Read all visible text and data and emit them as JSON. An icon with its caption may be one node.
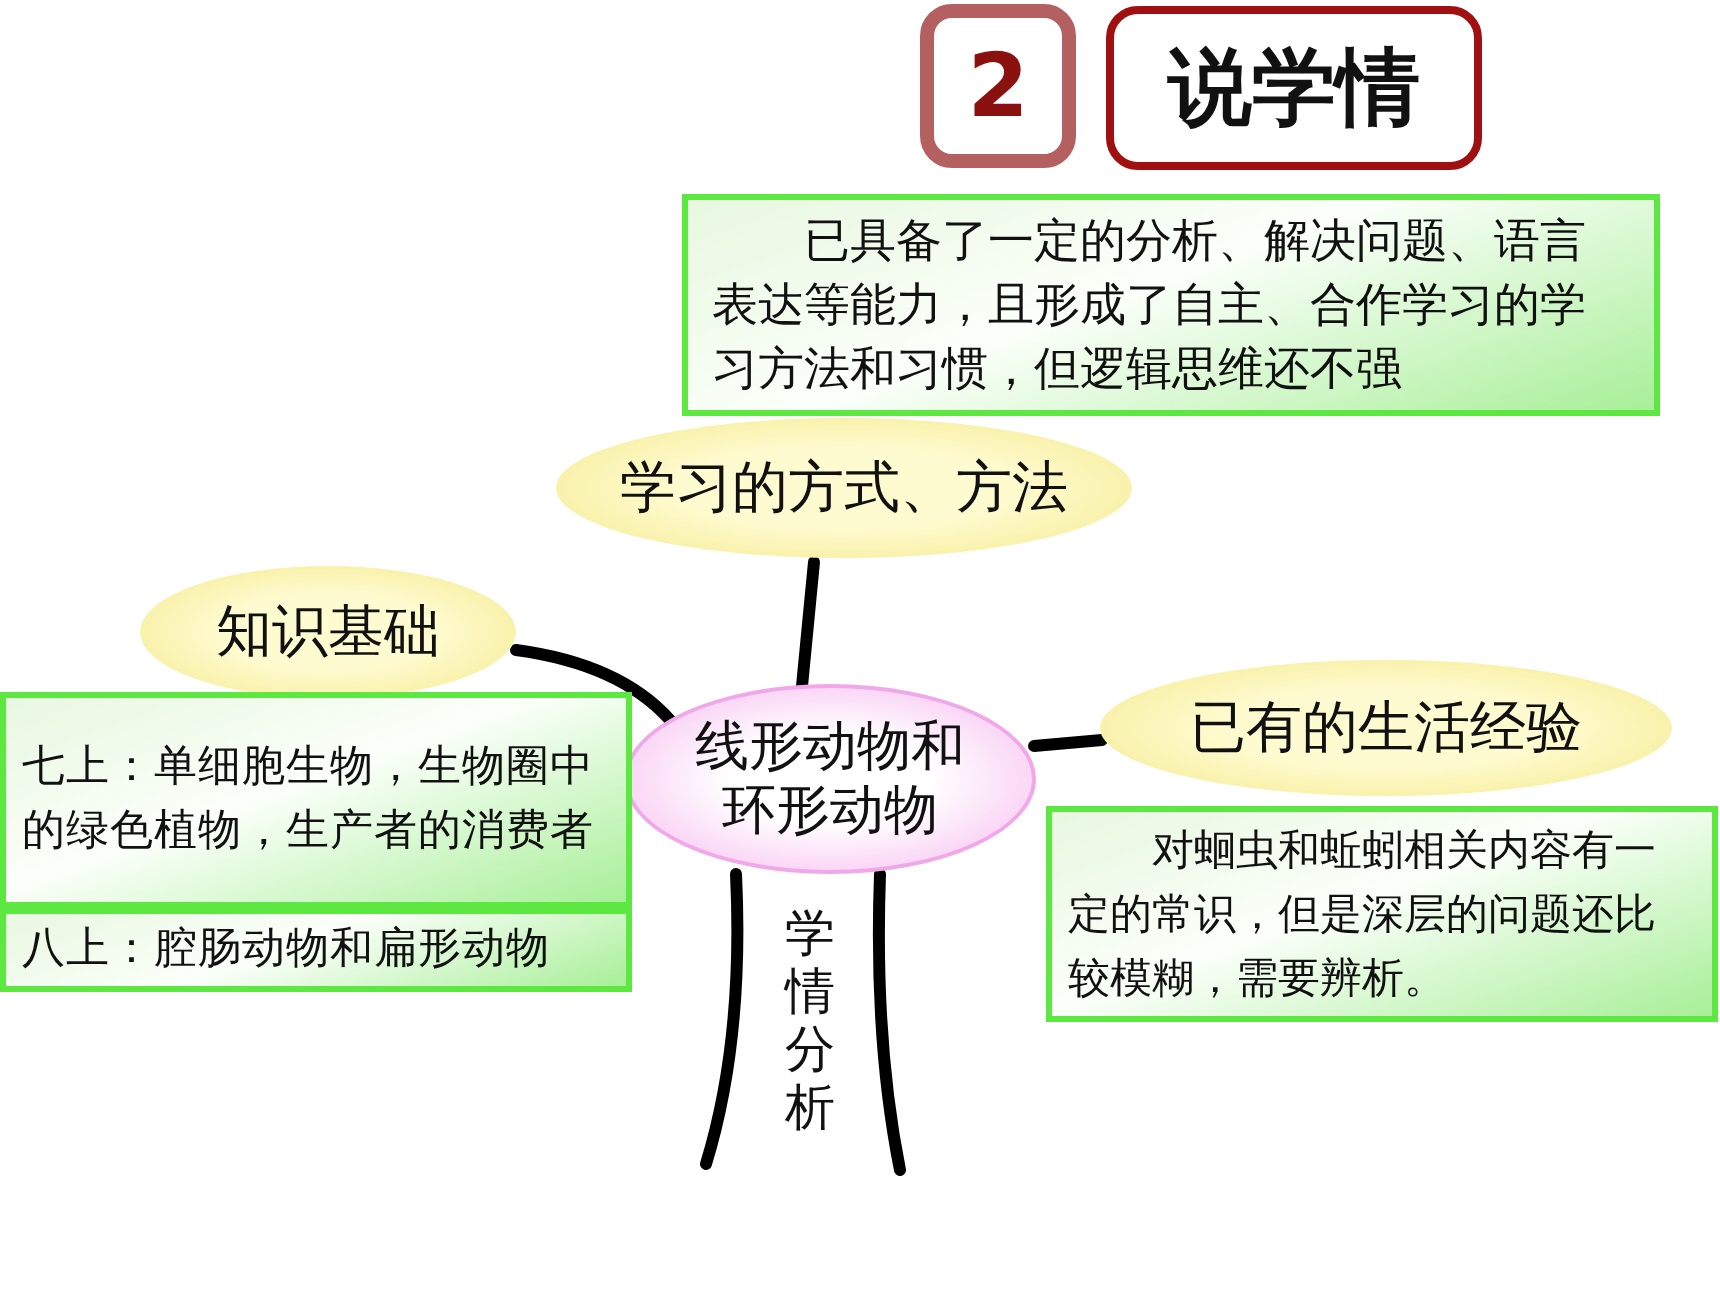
{
  "diagram": {
    "nodes": [
      {
        "text": [
          "2"
        ]
      },
      {
        "text": [
          "说学情"
        ]
      },
      {
        "text": [
          "线形动物和环形动物"
        ]
      },
      {
        "text": [
          "学习的方式、方法"
        ]
      },
      {
        "text": [
          "已具备了一定的分析、解决问题、语言表达等能力，且形成了自主、合作学习的学习方法和习惯，但逻辑思维还不强"
        ]
      },
      {
        "text": [
          "知识基础"
        ]
      },
      {
        "text": [
          "七上：单细胞生物，生物圈中的绿色植物，生产者的消费者"
        ]
      },
      {
        "text": [
          "八上：腔肠动物和扁形动物"
        ]
      },
      {
        "text": [
          "已有的生活经验"
        ]
      },
      {
        "text": [
          "对蛔虫和蚯蚓相关内容有一定的常识，但是深层的问题还比较模糊，需要辨析。"
        ]
      }
    ],
    "edges": [
      {
        "from": 2,
        "to": 3,
        "arrow": "none"
      },
      {
        "from": 2,
        "to": 5,
        "arrow": "none"
      },
      {
        "from": 2,
        "to": 8,
        "arrow": "none"
      },
      {
        "from": 2,
        "to": null,
        "arrow": "none"
      },
      {
        "from": 2,
        "to": null,
        "arrow": "none"
      }
    ],
    "labels": [
      "学情分析"
    ]
  }
}
